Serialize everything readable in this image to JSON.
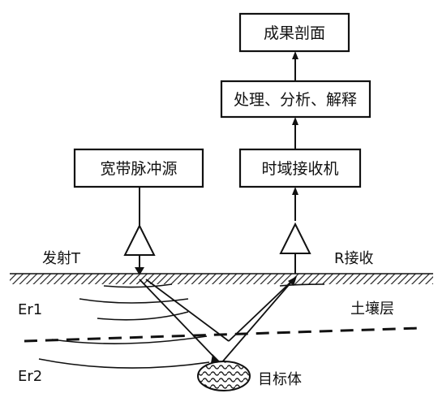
{
  "boxes": {
    "result_profile": "成果剖面",
    "processing": "处理、分析、解释",
    "pulse_source": "宽带脉冲源",
    "time_domain_receiver": "时域接收机"
  },
  "labels": {
    "transmit": "发射T",
    "receive": "R接收",
    "soil_layer": "土壤层",
    "er1": "Er1",
    "er2": "Er2",
    "target": "目标体"
  }
}
